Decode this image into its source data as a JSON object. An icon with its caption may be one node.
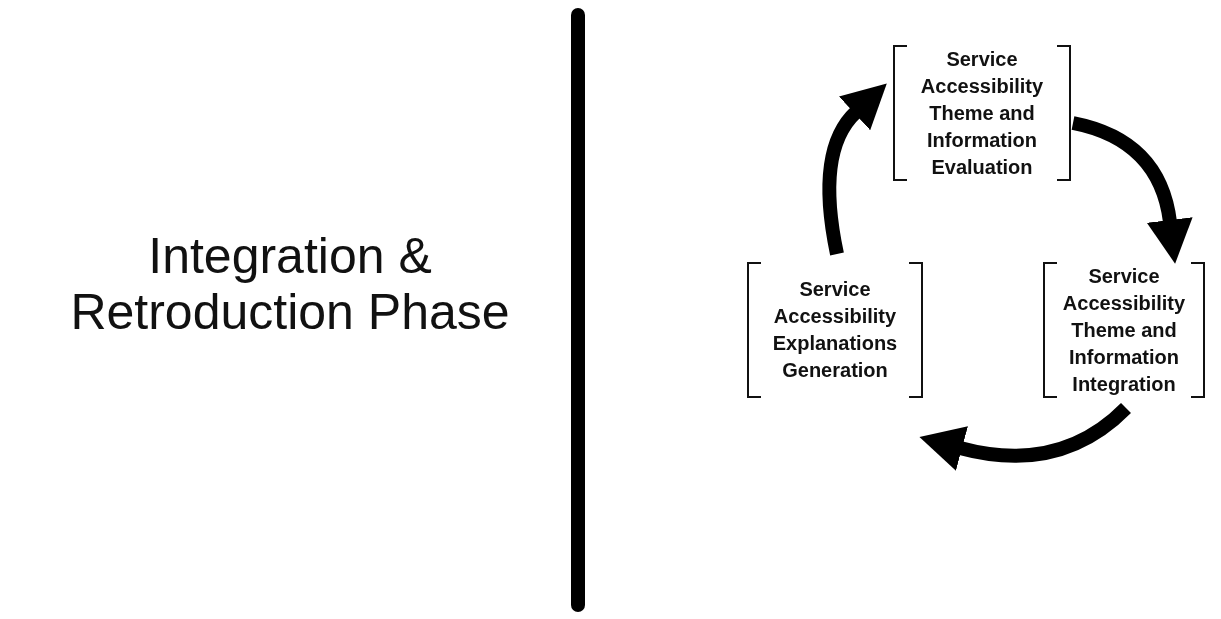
{
  "diagram": {
    "title": "Integration & Retroduction Phase",
    "nodes": [
      {
        "text": [
          "Service Accessibility Theme and Information Evaluation"
        ]
      },
      {
        "text": [
          "Service Accessibility Explanations Generation"
        ]
      },
      {
        "text": [
          "Service Accessibility Theme and Information Integration"
        ]
      },
      {
        "text": [],
        "shape": "bar"
      }
    ],
    "edges": [
      {
        "from": 0,
        "to": 2,
        "arrow": "to"
      },
      {
        "from": 2,
        "to": 1,
        "arrow": "to"
      },
      {
        "from": 1,
        "to": 0,
        "arrow": "to"
      }
    ]
  }
}
